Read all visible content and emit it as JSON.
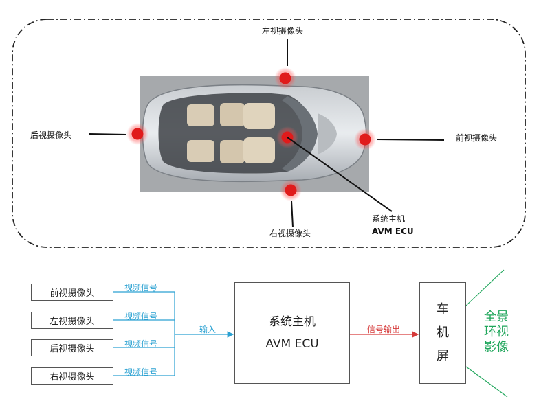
{
  "top_diagram": {
    "left_camera": "左视摄像头",
    "rear_camera": "后视摄像头",
    "front_camera": "前视摄像头",
    "right_camera": "右视摄像头",
    "ecu_line1": "系统主机",
    "ecu_line2": "AVM ECU"
  },
  "bottom_diagram": {
    "cameras": [
      "前视摄像头",
      "左视摄像头",
      "后视摄像头",
      "右视摄像头"
    ],
    "signal_label": "视频信号",
    "input_label": "输入",
    "ecu_line1": "系统主机",
    "ecu_line2": "AVM ECU",
    "output_label": "信号输出",
    "screen_chars": [
      "车",
      "机",
      "屏"
    ],
    "result_lines": [
      "全景",
      "环视",
      "影像"
    ]
  },
  "colors": {
    "signal": "#2aa1d2",
    "output": "#d63a3a",
    "result": "#1fa65b",
    "camera_marker": "#e01b1b"
  }
}
